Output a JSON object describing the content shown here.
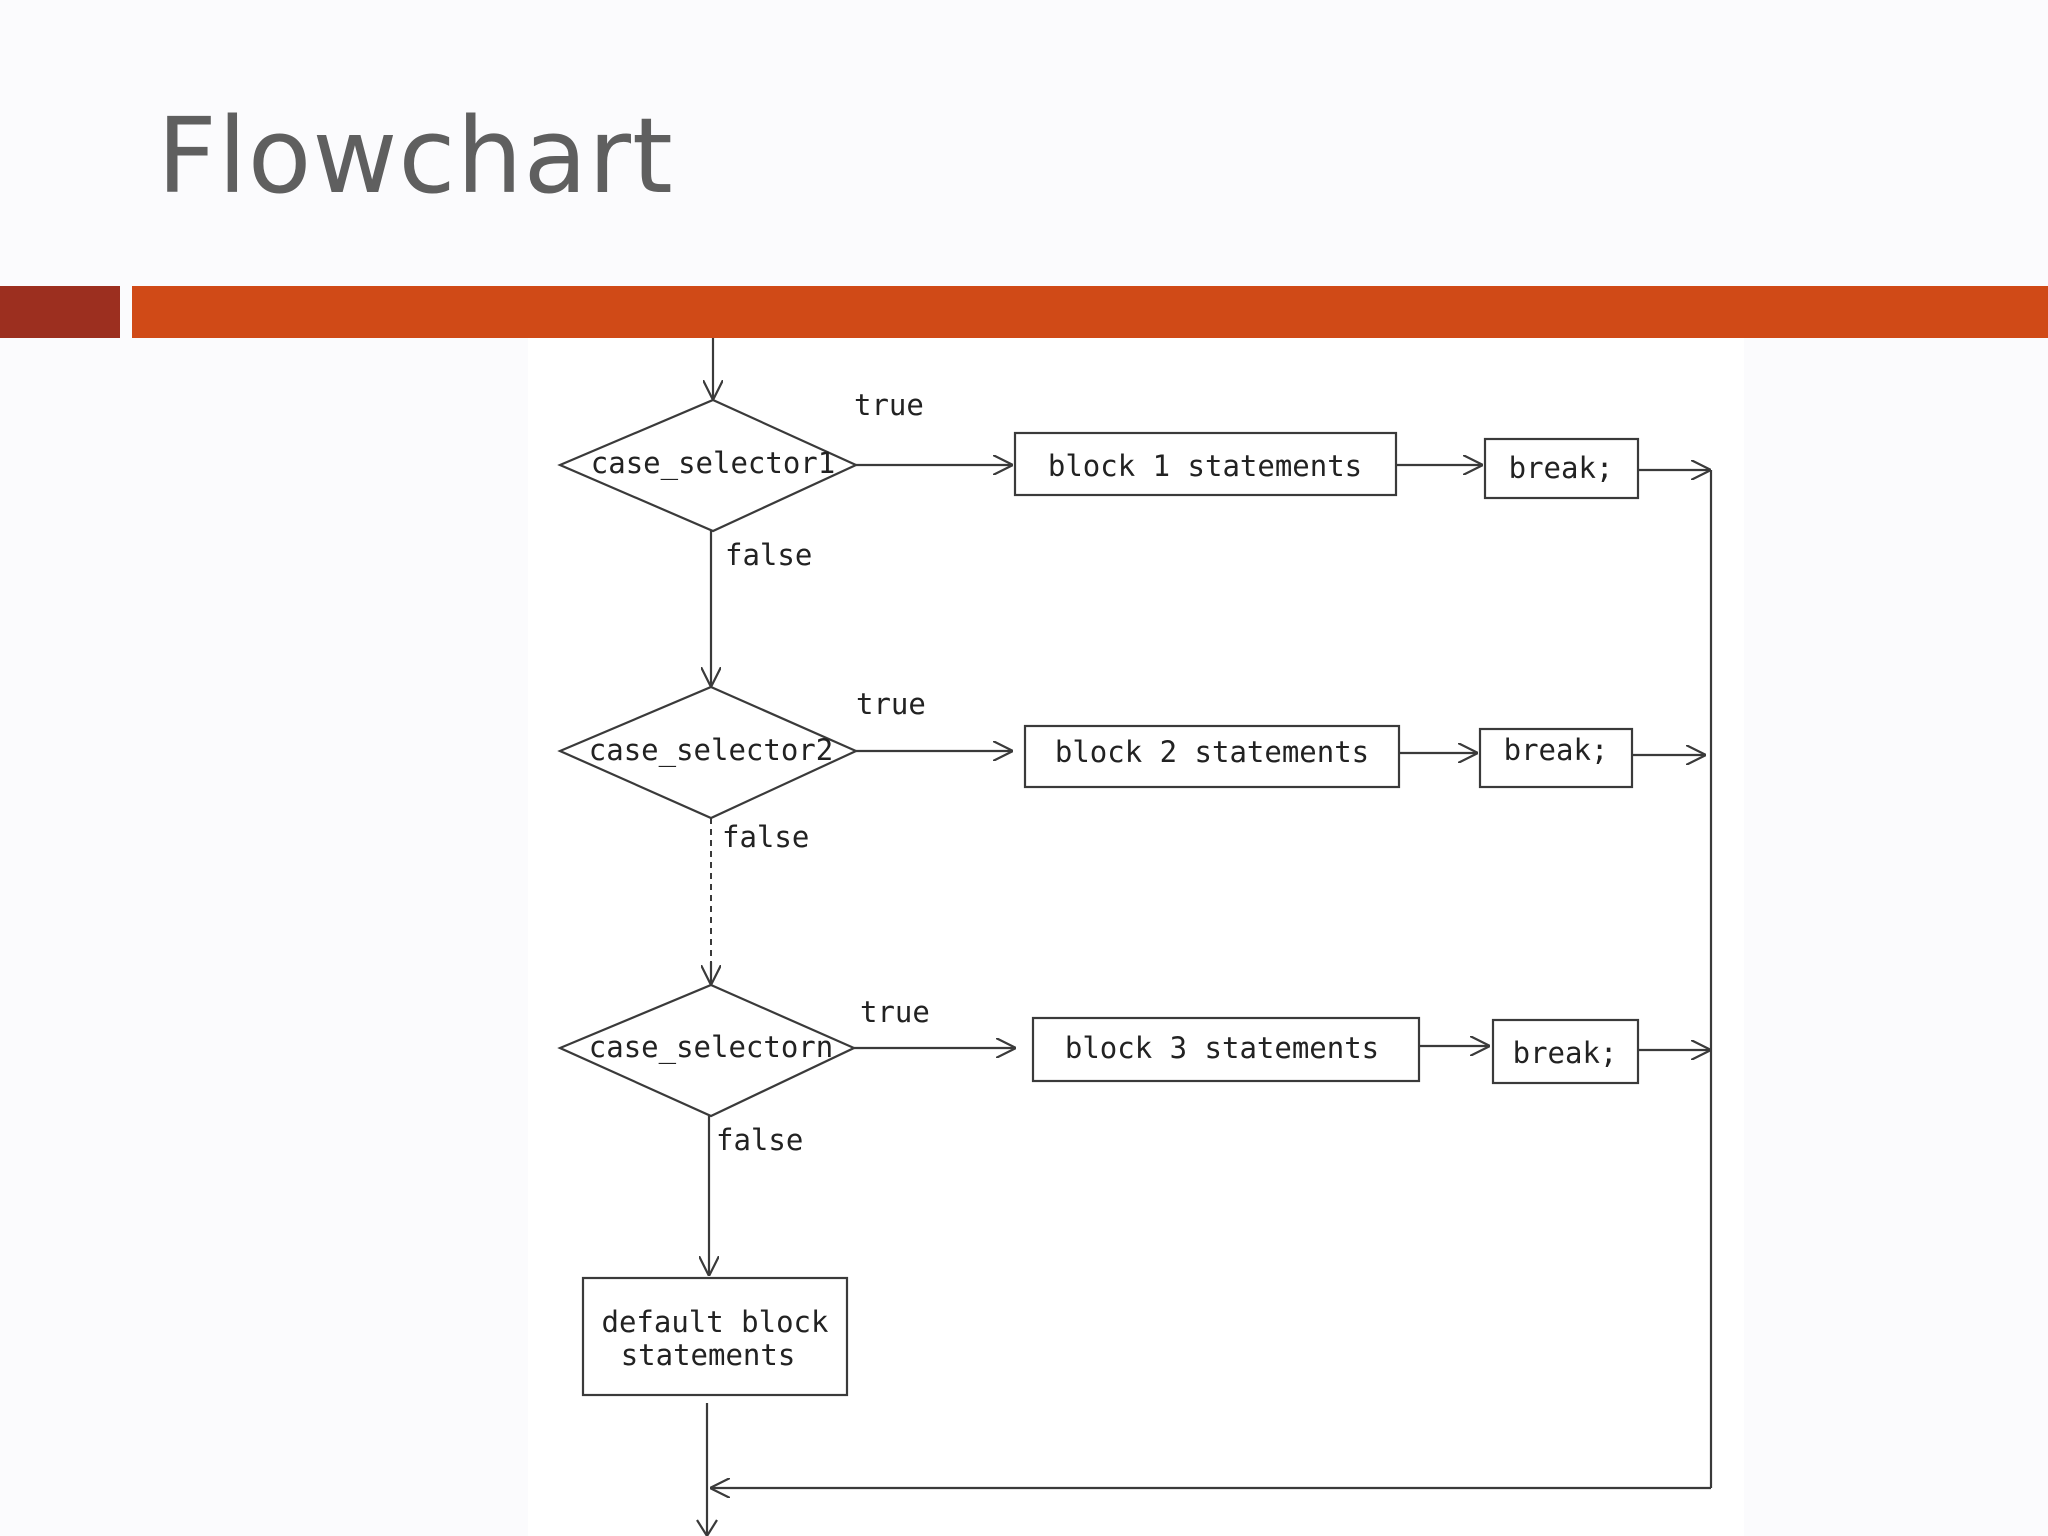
{
  "slide": {
    "title": "Flowchart",
    "accent_color": "#d04a17",
    "accent_dark_color": "#9c2f1f"
  },
  "flowchart": {
    "cases": [
      {
        "selector": "case_selector1",
        "true_label": "true",
        "false_label": "false",
        "block": "block 1 statements",
        "break": "break;"
      },
      {
        "selector": "case_selector2",
        "true_label": "true",
        "false_label": "false",
        "block": "block 2 statements",
        "break": "break;"
      },
      {
        "selector": "case_selectorn",
        "true_label": "true",
        "false_label": "false",
        "block": "block 3 statements",
        "break": "break;"
      }
    ],
    "default_block": {
      "line1": "default block",
      "line2": "statements"
    }
  }
}
